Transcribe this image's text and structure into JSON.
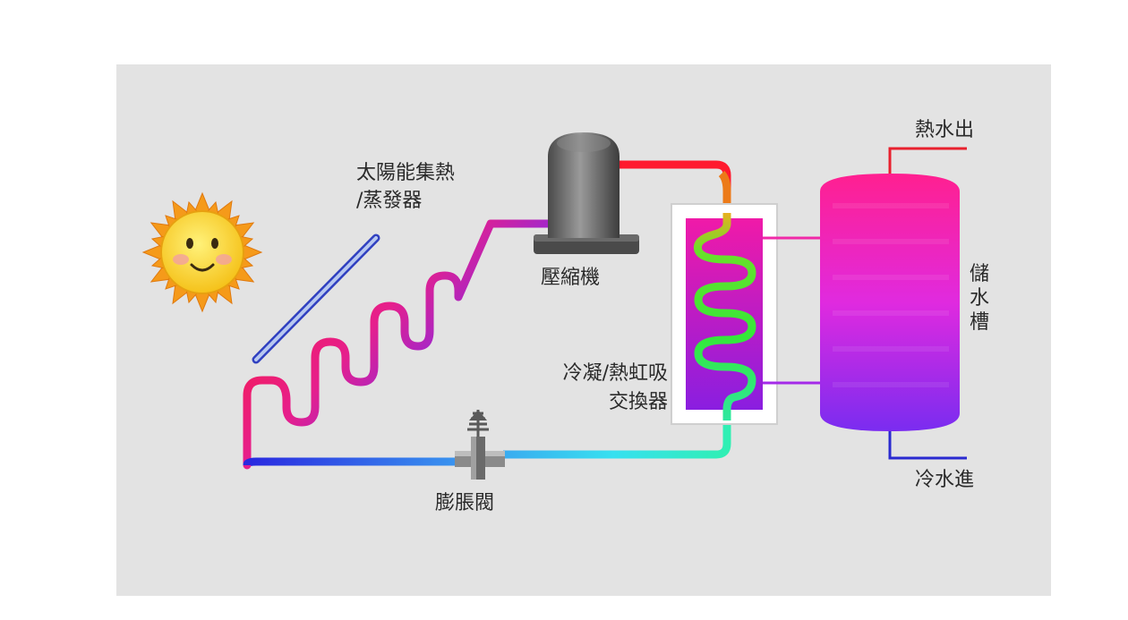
{
  "labels": {
    "collector_line1": "太陽能集熱",
    "collector_line2": "/蒸發器",
    "compressor": "壓縮機",
    "exchanger_line1": "冷凝/熱虹吸",
    "exchanger_line2": "交換器",
    "tank": "儲水槽",
    "hot_out": "熱水出",
    "cold_in": "冷水進",
    "valve": "膨脹閥"
  },
  "colors": {
    "background": "#e3e3e3",
    "hot_pipe": "#ff1a2e",
    "cold_pipe": "#2a2ae0",
    "tank_top": "#ff1493",
    "tank_bottom": "#7a2cf0",
    "exchanger_coil": "#34e83a"
  },
  "icons": {
    "sun": "sun-smiley-icon",
    "compressor": "compressor-icon",
    "valve": "expansion-valve-icon"
  }
}
